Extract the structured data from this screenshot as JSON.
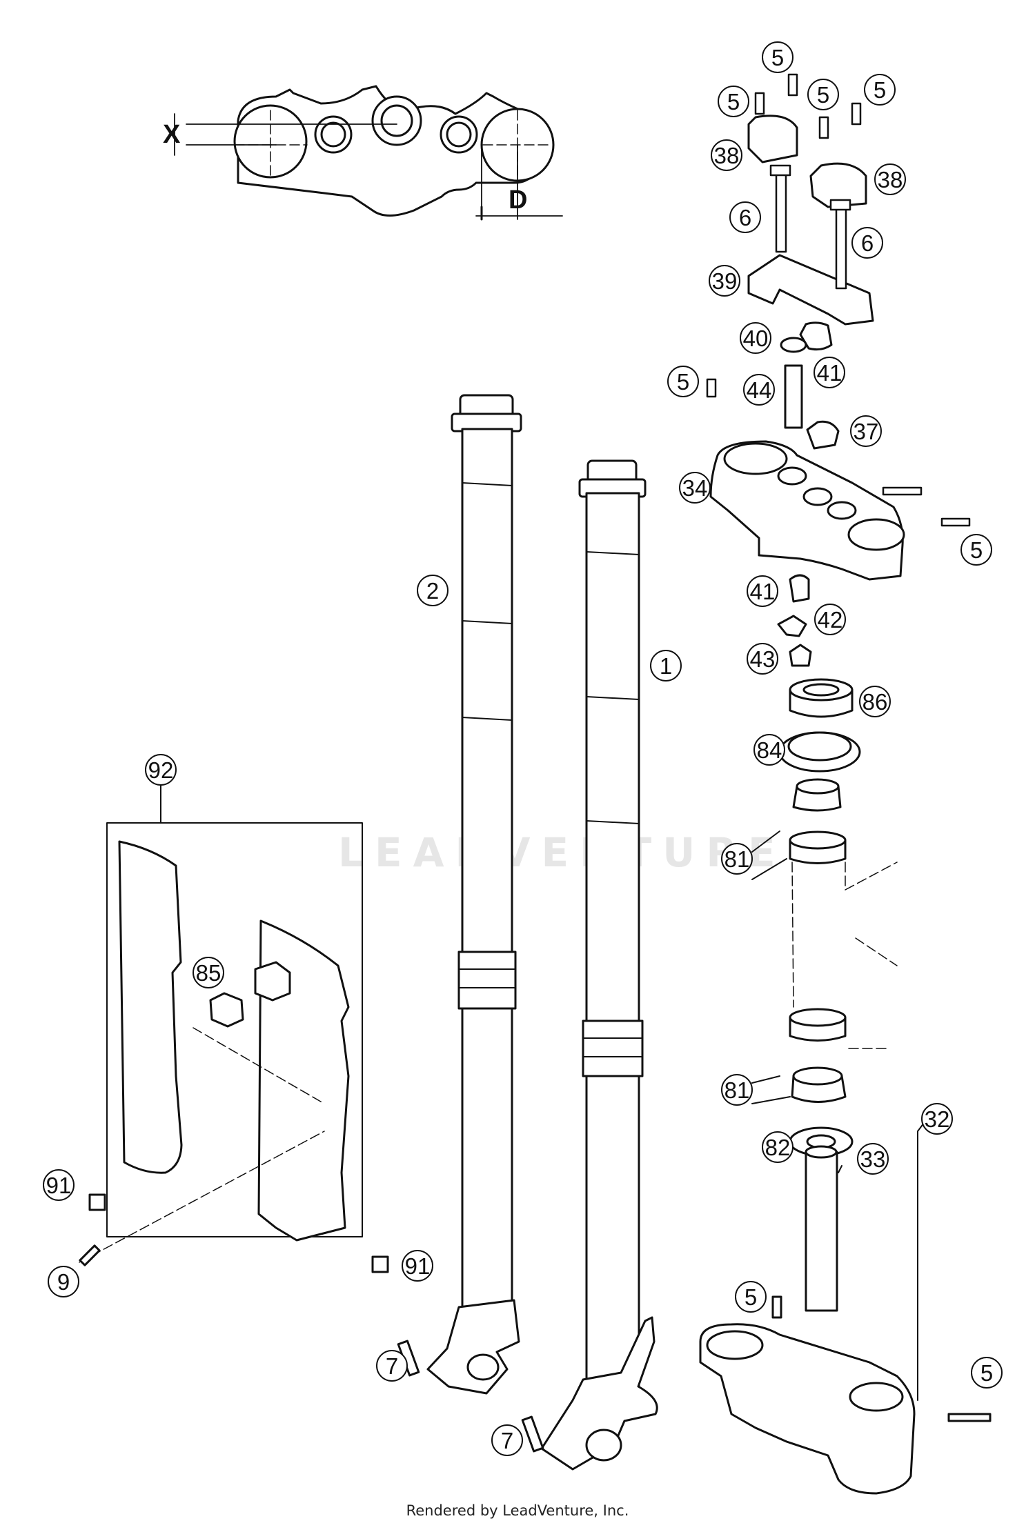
{
  "footer_text": "Rendered by LeadVenture, Inc.",
  "watermark_text": "LEADVENTURE",
  "dimensions": {
    "x_label": "X",
    "d_label": "D"
  },
  "callouts": {
    "c1": "1",
    "c2": "2",
    "c5a": "5",
    "c5b": "5",
    "c5c": "5",
    "c5d": "5",
    "c5e": "5",
    "c5f": "5",
    "c5g": "5",
    "c5h": "5",
    "c6a": "6",
    "c6b": "6",
    "c7a": "7",
    "c7b": "7",
    "c9": "9",
    "c32": "32",
    "c33": "33",
    "c34": "34",
    "c37": "37",
    "c38a": "38",
    "c38b": "38",
    "c39": "39",
    "c40": "40",
    "c41a": "41",
    "c41b": "41",
    "c42": "42",
    "c43": "43",
    "c44": "44",
    "c81a": "81",
    "c81b": "81",
    "c82": "82",
    "c84": "84",
    "c85": "85",
    "c86": "86",
    "c91a": "91",
    "c91b": "91",
    "c92": "92"
  },
  "colors": {
    "line": "#111111",
    "fill": "#ffffff",
    "watermark": "#e6e6e6"
  }
}
